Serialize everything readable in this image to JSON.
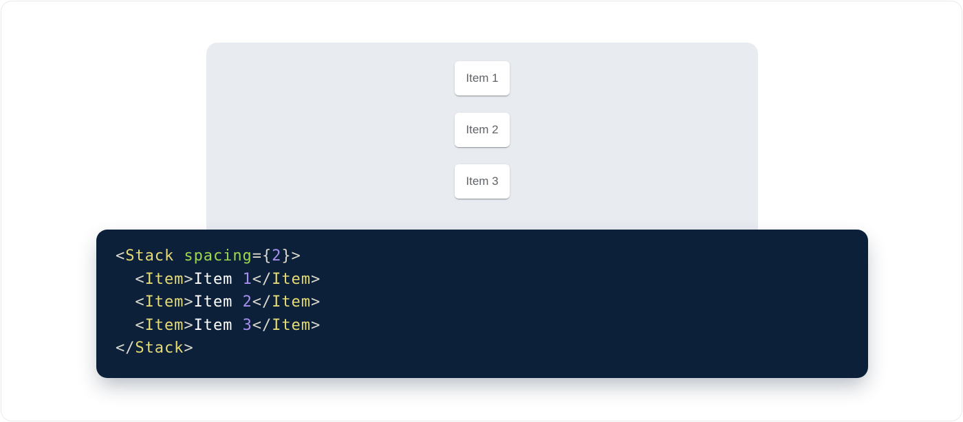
{
  "demo": {
    "items": [
      "Item 1",
      "Item 2",
      "Item 3"
    ]
  },
  "code": {
    "language": "jsx",
    "lines": [
      [
        {
          "type": "punct",
          "text": "<"
        },
        {
          "type": "tag",
          "text": "Stack"
        },
        {
          "type": "plain",
          "text": " "
        },
        {
          "type": "attr",
          "text": "spacing"
        },
        {
          "type": "punct",
          "text": "={"
        },
        {
          "type": "number",
          "text": "2"
        },
        {
          "type": "punct",
          "text": "}>"
        }
      ],
      [
        {
          "type": "plain",
          "text": "  "
        },
        {
          "type": "punct",
          "text": "<"
        },
        {
          "type": "tag",
          "text": "Item"
        },
        {
          "type": "punct",
          "text": ">"
        },
        {
          "type": "plain",
          "text": "Item "
        },
        {
          "type": "number",
          "text": "1"
        },
        {
          "type": "punct",
          "text": "</"
        },
        {
          "type": "tag",
          "text": "Item"
        },
        {
          "type": "punct",
          "text": ">"
        }
      ],
      [
        {
          "type": "plain",
          "text": "  "
        },
        {
          "type": "punct",
          "text": "<"
        },
        {
          "type": "tag",
          "text": "Item"
        },
        {
          "type": "punct",
          "text": ">"
        },
        {
          "type": "plain",
          "text": "Item "
        },
        {
          "type": "number",
          "text": "2"
        },
        {
          "type": "punct",
          "text": "</"
        },
        {
          "type": "tag",
          "text": "Item"
        },
        {
          "type": "punct",
          "text": ">"
        }
      ],
      [
        {
          "type": "plain",
          "text": "  "
        },
        {
          "type": "punct",
          "text": "<"
        },
        {
          "type": "tag",
          "text": "Item"
        },
        {
          "type": "punct",
          "text": ">"
        },
        {
          "type": "plain",
          "text": "Item "
        },
        {
          "type": "number",
          "text": "3"
        },
        {
          "type": "punct",
          "text": "</"
        },
        {
          "type": "tag",
          "text": "Item"
        },
        {
          "type": "punct",
          "text": ">"
        }
      ],
      [
        {
          "type": "punct",
          "text": "</"
        },
        {
          "type": "tag",
          "text": "Stack"
        },
        {
          "type": "punct",
          "text": ">"
        }
      ]
    ]
  },
  "colors": {
    "page_background": "#FFFFFF",
    "page_border": "#E8EAED",
    "panel_background": "#E8ECF1",
    "card_background": "#FFFFFF",
    "card_text": "#5F6368",
    "code_background": "#0C2039",
    "token_punct": "#DCDACF",
    "token_tag": "#E6DB74",
    "token_attr": "#9CD84F",
    "token_number": "#A78FF0",
    "token_plain": "#FFFFFF"
  }
}
